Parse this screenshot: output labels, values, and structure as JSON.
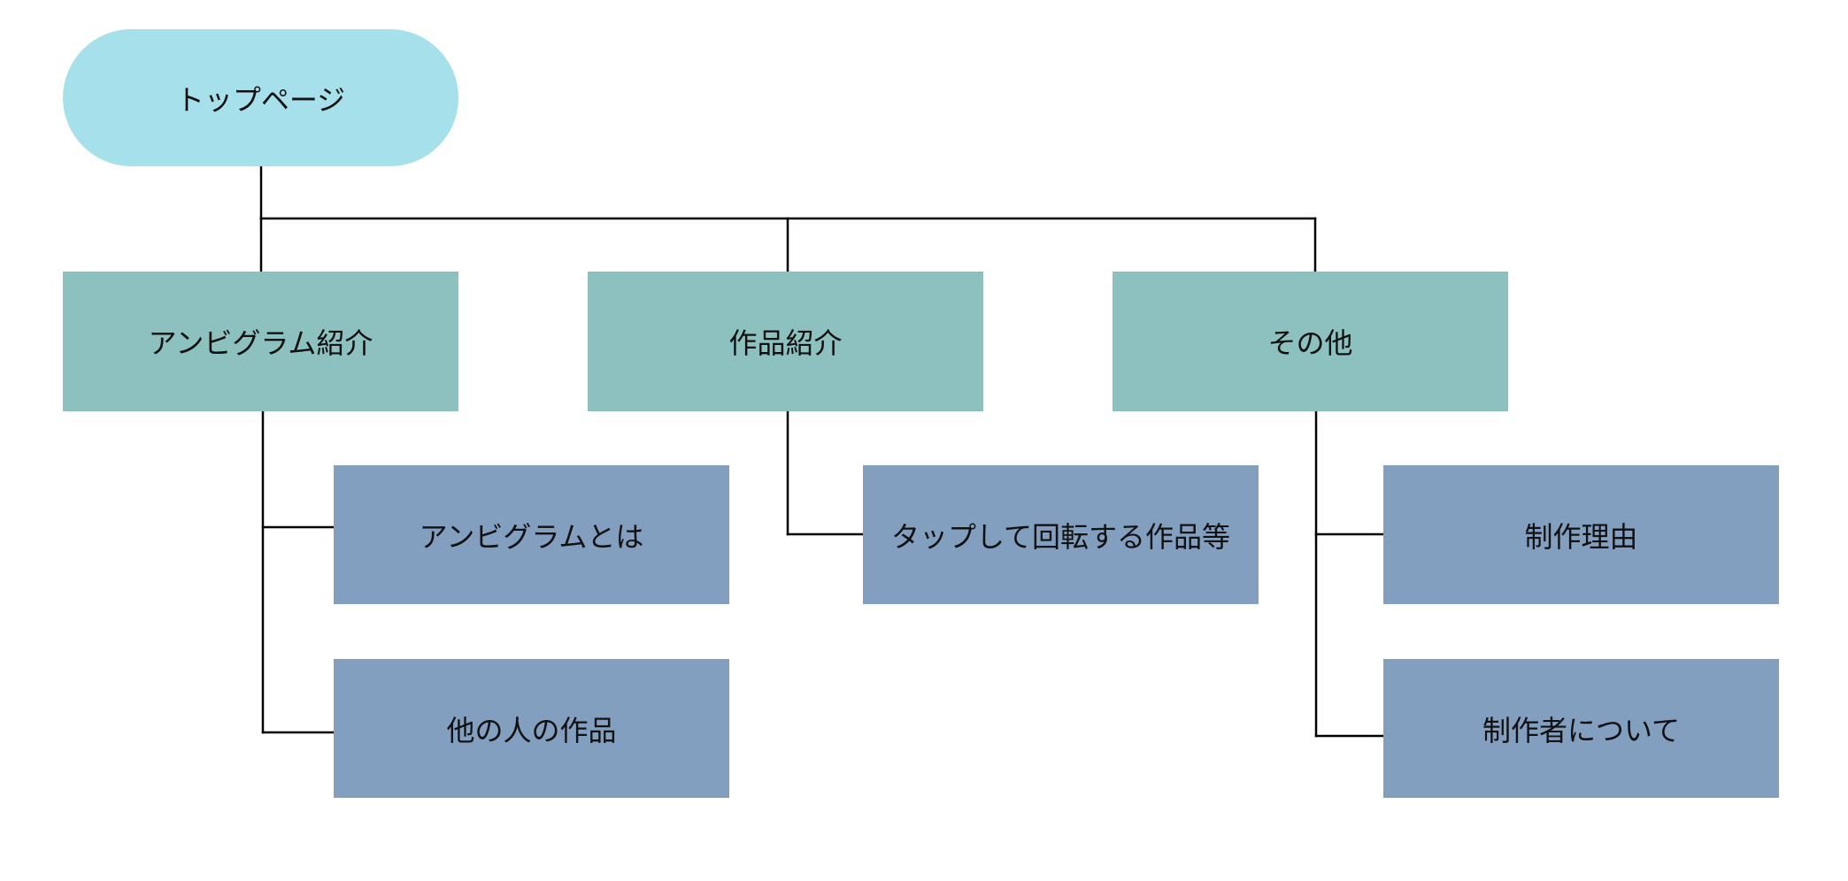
{
  "colors": {
    "root": "#a6e0ea",
    "level1": "#8cc1c0",
    "level2": "#839fc0",
    "line": "#000000",
    "background": "#ffffff",
    "text": "#111111"
  },
  "diagram": {
    "root": {
      "label": "トップページ"
    },
    "branches": [
      {
        "label": "アンビグラム紹介",
        "children": [
          {
            "label": "アンビグラムとは"
          },
          {
            "label": "他の人の作品"
          }
        ]
      },
      {
        "label": "作品紹介",
        "children": [
          {
            "label": "タップして回転する作品等"
          }
        ]
      },
      {
        "label": "その他",
        "children": [
          {
            "label": "制作理由"
          },
          {
            "label": "制作者について"
          }
        ]
      }
    ]
  }
}
